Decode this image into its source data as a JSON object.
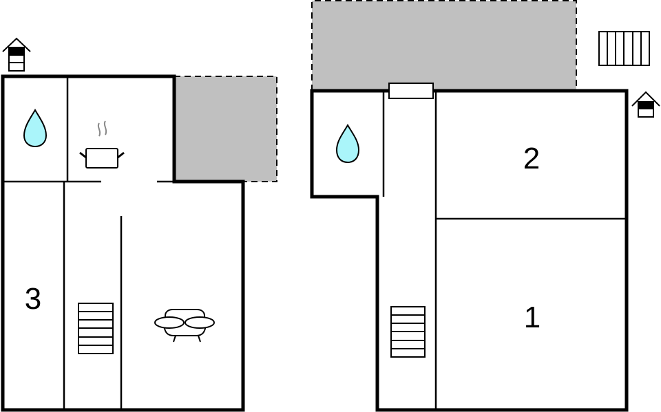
{
  "diagram": {
    "type": "floor-plan",
    "colors": {
      "wall": "#000000",
      "terrace": "#c0c0c0",
      "water": "#aaf5fa",
      "steam": "#888888",
      "background": "#ffffff"
    },
    "floors": [
      {
        "name": "ground-floor",
        "rooms": [
          {
            "id": "bathroom",
            "icon": "water-drop-icon"
          },
          {
            "id": "kitchen",
            "icon": "cooking-pot-icon"
          },
          {
            "id": "bedroom-3",
            "label": "3"
          },
          {
            "id": "hallway",
            "icon": "staircase-icon"
          },
          {
            "id": "living-room",
            "icon": "armchair-icon"
          },
          {
            "id": "terrace",
            "icon": "terrace-area"
          }
        ],
        "entrance_icon": "entrance-house-icon"
      },
      {
        "name": "upper-floor",
        "rooms": [
          {
            "id": "bathroom",
            "icon": "water-drop-icon"
          },
          {
            "id": "hallway",
            "icon": "staircase-icon"
          },
          {
            "id": "bedroom-2",
            "label": "2"
          },
          {
            "id": "bedroom-1",
            "label": "1"
          },
          {
            "id": "balcony",
            "icon": "terrace-area"
          }
        ],
        "entrance_icon": "entrance-house-icon",
        "extra_icons": [
          "outdoor-stairs-icon",
          "window-icon"
        ]
      }
    ],
    "labels": {
      "room_3": "3",
      "room_2": "2",
      "room_1": "1"
    }
  }
}
